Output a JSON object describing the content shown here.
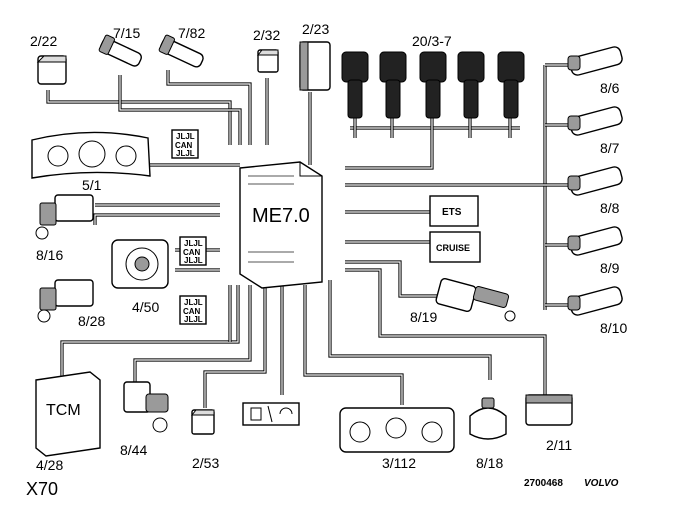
{
  "labels": {
    "l_2_22": "2/22",
    "l_7_15": "7/15",
    "l_7_82": "7/82",
    "l_2_32": "2/32",
    "l_2_23": "2/23",
    "l_20_3_7": "20/3-7",
    "l_8_6": "8/6",
    "l_8_7": "8/7",
    "l_8_8": "8/8",
    "l_8_9": "8/9",
    "l_8_10": "8/10",
    "l_5_1": "5/1",
    "l_8_16": "8/16",
    "l_8_28": "8/28",
    "l_4_50": "4/50",
    "l_me7": "ME7.0",
    "l_ets": "ETS",
    "l_cruise": "CRUISE",
    "l_8_19": "8/19",
    "l_tcm": "TCM",
    "l_4_28": "4/28",
    "l_8_44": "8/44",
    "l_2_53": "2/53",
    "l_3_112": "3/112",
    "l_8_18": "8/18",
    "l_2_11": "2/11",
    "l_x70": "X70",
    "l_ref": "2700468",
    "l_brand": "VOLVO"
  },
  "can_badge": [
    "JLJL",
    "CAN",
    "JLJL"
  ]
}
